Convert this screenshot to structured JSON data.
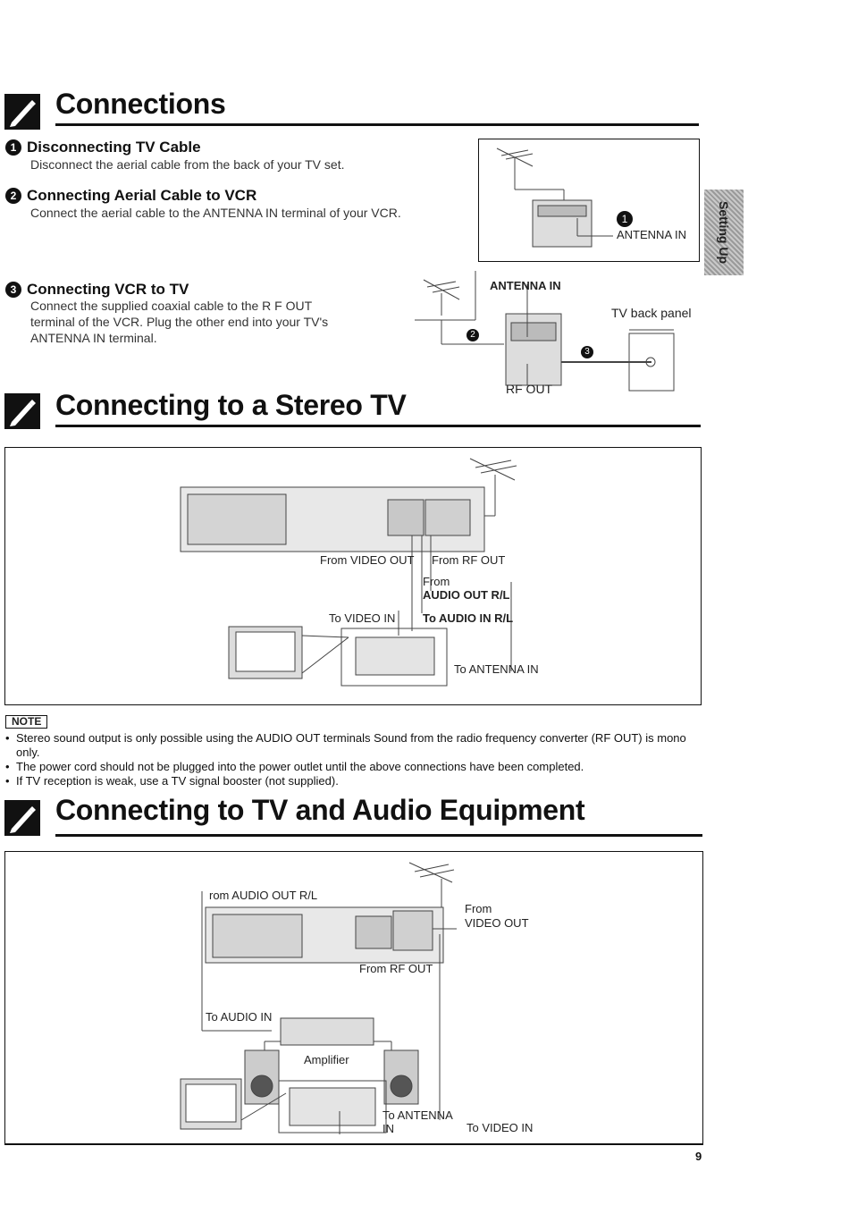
{
  "side_tab": "Setting Up",
  "sections": {
    "connections": {
      "title": "Connections",
      "steps": [
        {
          "num": "1",
          "title": "Disconnecting TV Cable",
          "text": "Disconnect the aerial cable from the back of your TV set."
        },
        {
          "num": "2",
          "title": "Connecting Aerial Cable to VCR",
          "text": "Connect the aerial cable to the ANTENNA IN terminal of your VCR."
        },
        {
          "num": "3",
          "title": "Connecting VCR to TV",
          "text": "Connect the supplied coaxial cable to the R F OUT terminal of the VCR. Plug the other end into your TV's ANTENNA IN terminal."
        }
      ],
      "diagram1": {
        "step": "1",
        "label": "ANTENNA IN"
      },
      "diagram2": {
        "antenna_in": "ANTENNA IN",
        "tv_back_panel": "TV back panel",
        "rf_out": "RF OUT",
        "step2": "2",
        "step3": "3"
      }
    },
    "stereo": {
      "title": "Connecting to a Stereo TV",
      "labels": {
        "from_video_out": "From VIDEO OUT",
        "from_rf_out": "From RF OUT",
        "from": "From",
        "audio_out": "AUDIO OUT R/L",
        "to_video_in": "To VIDEO IN",
        "to_audio_in": "To AUDIO IN R/L",
        "to_antenna_in": "To ANTENNA IN"
      }
    },
    "note": {
      "label": "NOTE",
      "items": [
        "Stereo sound output is only possible using the AUDIO OUT terminals Sound from the radio frequency converter (RF OUT) is mono only.",
        "The power cord should not be plugged into the power outlet until the above connections have been completed.",
        "If TV reception is weak, use a TV signal booster (not supplied)."
      ]
    },
    "audio_equipment": {
      "title": "Connecting to TV and Audio Equipment",
      "labels": {
        "from_audio_out": "rom AUDIO OUT R/L",
        "from": "From",
        "video_out": "VIDEO OUT",
        "from_rf_out": "From RF OUT",
        "to_audio_in": "To AUDIO IN",
        "amplifier": "Amplifier",
        "to_antenna": "To ANTENNA",
        "in": "IN",
        "to_video_in": "To VIDEO IN"
      }
    }
  },
  "page_number": "9"
}
